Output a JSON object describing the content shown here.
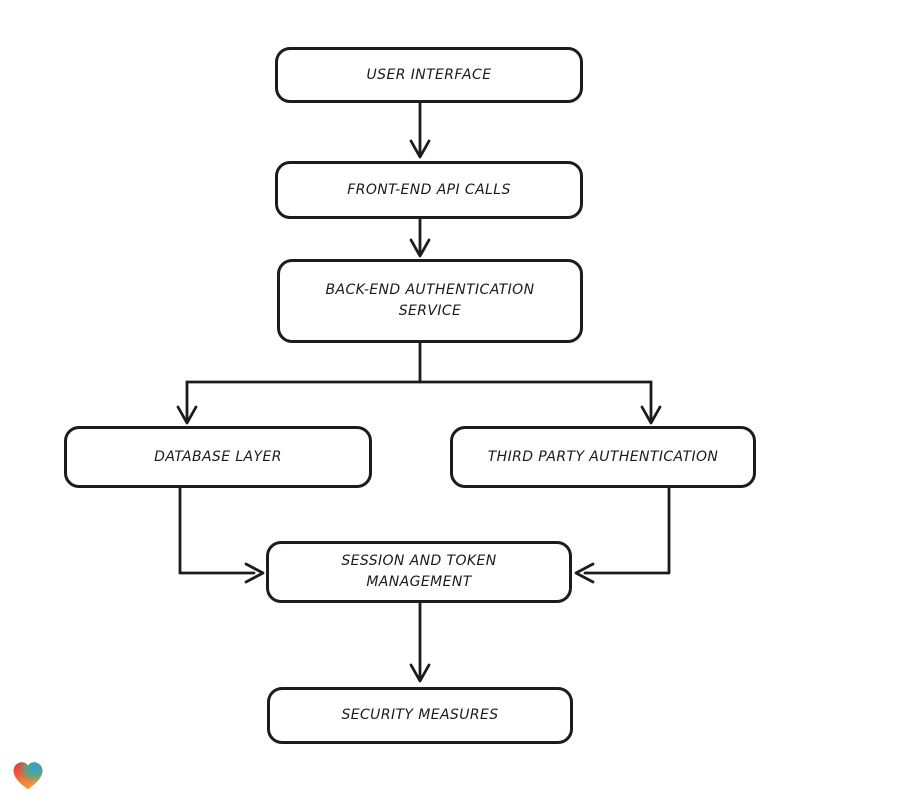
{
  "diagram": {
    "nodes": [
      {
        "id": "user-interface",
        "label": "USER INTERFACE"
      },
      {
        "id": "front-end-api-calls",
        "label": "FRONT-END API CALLS"
      },
      {
        "id": "back-end-authentication-service",
        "label": "BACK-END AUTHENTICATION SERVICE"
      },
      {
        "id": "database-layer",
        "label": "DATABASE LAYER"
      },
      {
        "id": "third-party-authentication",
        "label": "THIRD PARTY AUTHENTICATION"
      },
      {
        "id": "session-and-token-management",
        "label": "SESSION AND TOKEN MANAGEMENT"
      },
      {
        "id": "security-measures",
        "label": "SECURITY MEASURES"
      }
    ],
    "edges": [
      {
        "from": "user-interface",
        "to": "front-end-api-calls"
      },
      {
        "from": "front-end-api-calls",
        "to": "back-end-authentication-service"
      },
      {
        "from": "back-end-authentication-service",
        "to": "database-layer"
      },
      {
        "from": "back-end-authentication-service",
        "to": "third-party-authentication"
      },
      {
        "from": "database-layer",
        "to": "session-and-token-management"
      },
      {
        "from": "third-party-authentication",
        "to": "session-and-token-management"
      },
      {
        "from": "session-and-token-management",
        "to": "security-measures"
      }
    ],
    "colors": {
      "background": "#ffffff",
      "stroke": "#1c1c1c",
      "node_fill": "#ffffff",
      "logo_red": "#e42f3c",
      "logo_blue": "#2d9fe3",
      "logo_green": "#3fae90",
      "logo_orange": "#f7a03a"
    },
    "logo": {
      "name": "heart-logo"
    }
  }
}
